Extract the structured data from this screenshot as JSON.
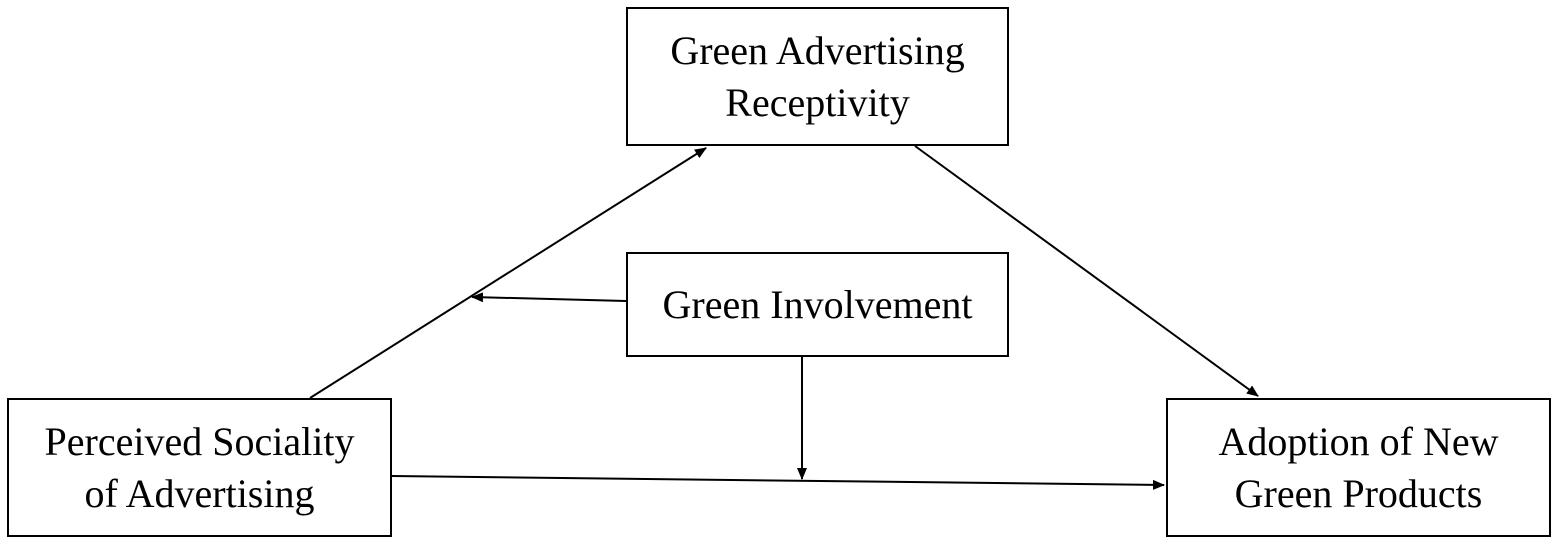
{
  "diagram": {
    "nodes": {
      "receptivity": {
        "label": "Green Advertising\nReceptivity"
      },
      "involvement": {
        "label": "Green Involvement"
      },
      "sociality": {
        "label": "Perceived Sociality\nof Advertising"
      },
      "adoption": {
        "label": "Adoption of New\nGreen Products"
      }
    },
    "edges": [
      {
        "from": "sociality",
        "to": "receptivity"
      },
      {
        "from": "receptivity",
        "to": "adoption"
      },
      {
        "from": "sociality",
        "to": "adoption"
      },
      {
        "from": "involvement",
        "to": "edge:sociality-receptivity"
      },
      {
        "from": "involvement",
        "to": "edge:sociality-adoption"
      }
    ]
  }
}
